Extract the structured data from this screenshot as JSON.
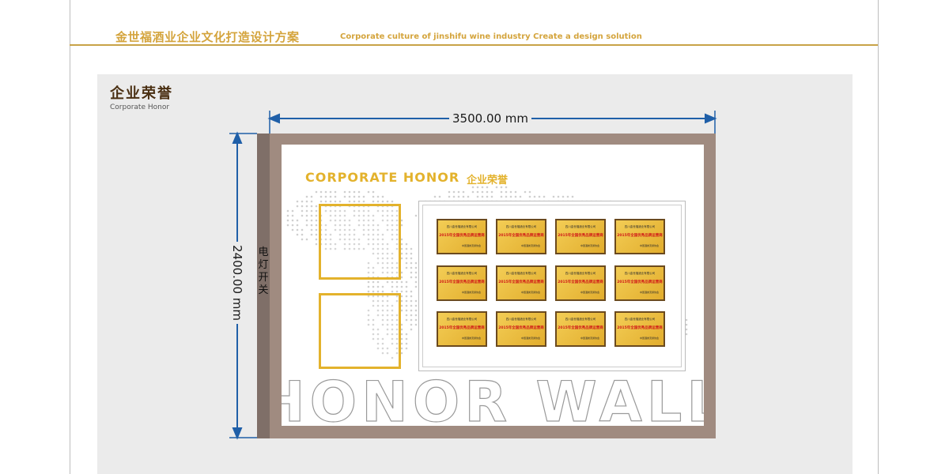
{
  "header": {
    "title_cn": "金世福酒业企业文化打造设计方案",
    "title_en": "Corporate culture of jinshifu wine industry  Create a design solution"
  },
  "section": {
    "title_cn": "企业荣誉",
    "title_en": "Corporate Honor"
  },
  "dimensions": {
    "width_label": "3500.00 mm",
    "height_label": "2400.00 mm"
  },
  "wall": {
    "switch_label": "电灯开关",
    "heading_en": "CORPORATE HONOR",
    "heading_cn": "企业荣誉",
    "big_text": "HONOR WALL"
  },
  "plaques": [
    {
      "org": "四川金世福酒业有限公司",
      "award": "2015年全国优秀品牌运营商",
      "issuer": "中国酒类流通协会"
    },
    {
      "org": "四川金世福酒业有限公司",
      "award": "2015年全国优秀品牌运营商",
      "issuer": "中国酒类流通协会"
    },
    {
      "org": "四川金世福酒业有限公司",
      "award": "2015年全国优秀品牌运营商",
      "issuer": "中国酒类流通协会"
    },
    {
      "org": "四川金世福酒业有限公司",
      "award": "2015年全国优秀品牌运营商",
      "issuer": "中国酒类流通协会"
    },
    {
      "org": "四川金世福酒业有限公司",
      "award": "2015年全国优秀品牌运营商",
      "issuer": "中国酒类流通协会"
    },
    {
      "org": "四川金世福酒业有限公司",
      "award": "2015年全国优秀品牌运营商",
      "issuer": "中国酒类流通协会"
    },
    {
      "org": "四川金世福酒业有限公司",
      "award": "2015年全国优秀品牌运营商",
      "issuer": "中国酒类流通协会"
    },
    {
      "org": "四川金世福酒业有限公司",
      "award": "2015年全国优秀品牌运营商",
      "issuer": "中国酒类流通协会"
    },
    {
      "org": "四川金世福酒业有限公司",
      "award": "2015年全国优秀品牌运营商",
      "issuer": "中国酒类流通协会"
    },
    {
      "org": "四川金世福酒业有限公司",
      "award": "2015年全国优秀品牌运营商",
      "issuer": "中国酒类流通协会"
    },
    {
      "org": "四川金世福酒业有限公司",
      "award": "2015年全国优秀品牌运营商",
      "issuer": "中国酒类流通协会"
    },
    {
      "org": "四川金世福酒业有限公司",
      "award": "2015年全国优秀品牌运营商",
      "issuer": "中国酒类流通协会"
    }
  ],
  "colors": {
    "gold": "#e3b22c",
    "header_gold": "#d4a43c",
    "wall_brown": "#a08b80",
    "dimension_blue": "#1f5fa8",
    "award_red": "#d01818"
  }
}
